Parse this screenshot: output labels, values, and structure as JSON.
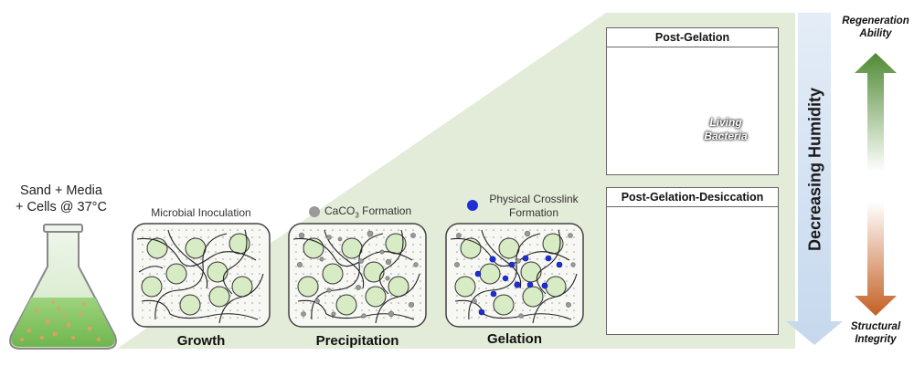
{
  "flask": {
    "line1": "Sand + Media",
    "line2": "+ Cells @ 37°C"
  },
  "panels": [
    {
      "title": "Microbial Inoculation",
      "stage": "Growth"
    },
    {
      "title_pre": "CaCO",
      "title_sub": "3",
      "title_post": " Formation",
      "stage": "Precipitation"
    },
    {
      "title_line1": "Physical Crosslink",
      "title_line2": "Formation",
      "stage": "Gelation"
    }
  ],
  "photos": [
    {
      "title": "Post-Gelation",
      "inset_line1": "Living",
      "inset_line2": "Bacteria"
    },
    {
      "title": "Post-Gelation-Desiccation"
    }
  ],
  "humidity": {
    "label": "Decreasing Humidity"
  },
  "axis": {
    "top_line1": "Regeneration",
    "top_line2": "Ability",
    "bottom_line1": "Structural",
    "bottom_line2": "Integrity"
  },
  "colors": {
    "wedge": "#e3ecd8",
    "panel_fill": "#f7f8f4",
    "particle_fill": "#d7ecc4",
    "crosslink": "#1f2fd6",
    "caco3": "#9a9a9a",
    "humidity_arrow": "#d5e2f2",
    "green_arrow": "#5a8d3c",
    "orange_arrow": "#c8692a"
  }
}
